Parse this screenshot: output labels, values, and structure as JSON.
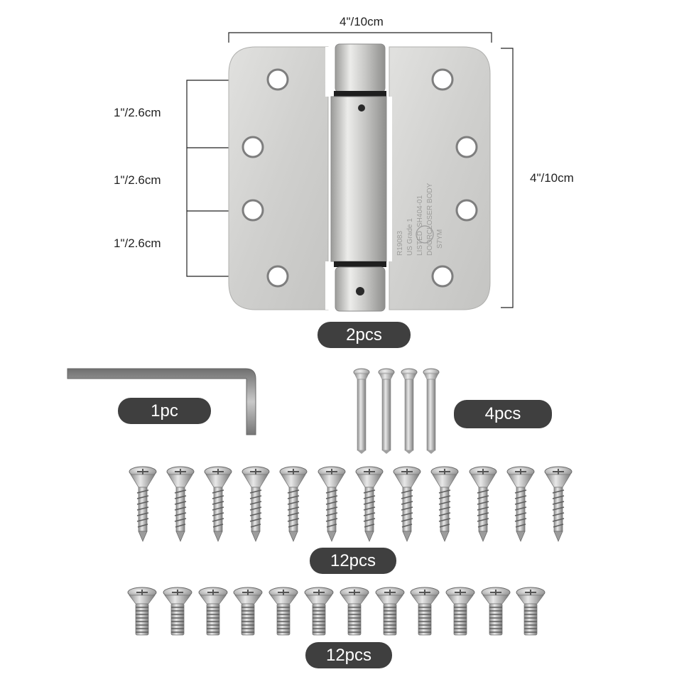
{
  "dimensions": {
    "width_label": "4\"/10cm",
    "height_label": "4\"/10cm",
    "hole_spacing": [
      "1\"/2.6cm",
      "1\"/2.6cm",
      "1\"/2.6cm"
    ]
  },
  "hinge_stamp": {
    "line1": "R19083",
    "line2": "US Grade 1",
    "line3": "SH404-01",
    "line4": "DOORCLOSER BODY",
    "line5": "LISTED",
    "line6": "S7YM"
  },
  "quantities": {
    "hinge": "2pcs",
    "hex_key": "1pc",
    "pins": "4pcs",
    "wood_screws": "12pcs",
    "machine_screws": "12pcs"
  },
  "colors": {
    "pill_bg": "#3f3f3f",
    "steel": "#d4d4d2",
    "steel_dark": "#8d8d8d",
    "line": "#222222"
  }
}
